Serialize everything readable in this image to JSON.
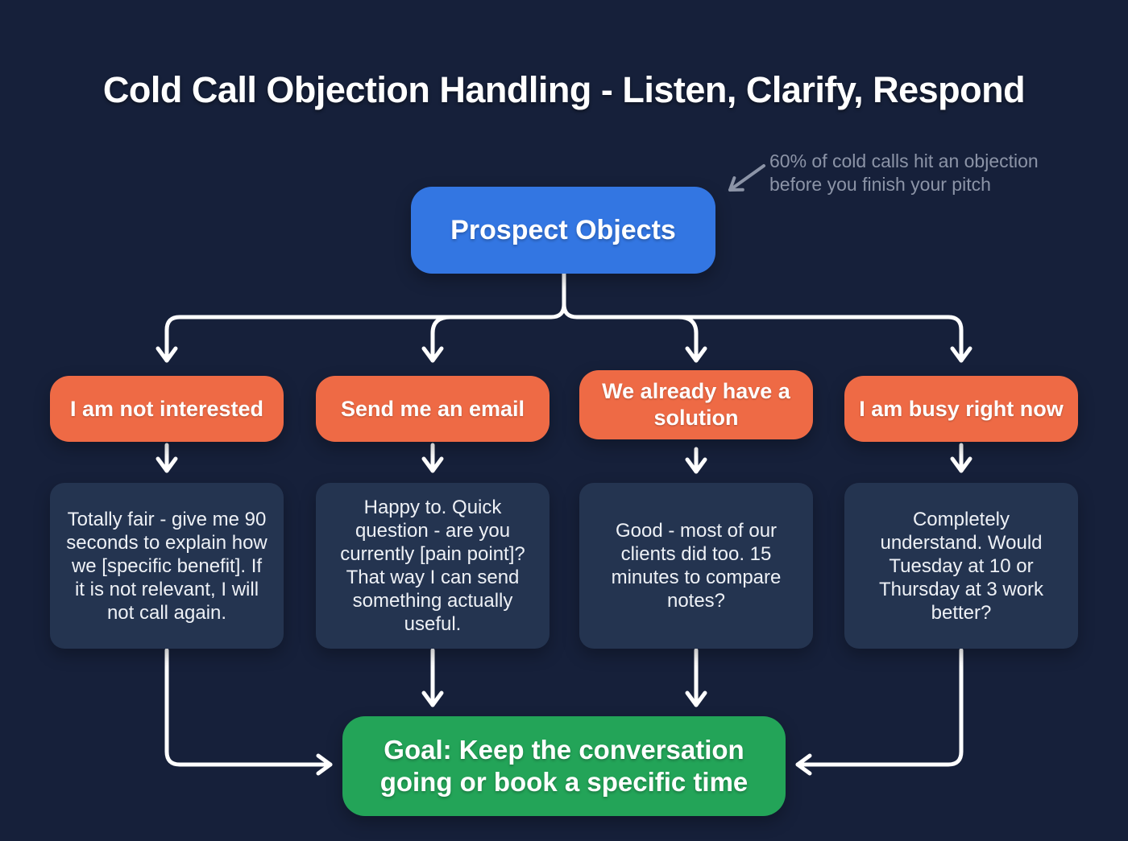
{
  "title": "Cold Call Objection Handling - Listen, Clarify, Respond",
  "annotation": {
    "line1": "60% of cold calls hit an objection",
    "line2": "before you finish your pitch"
  },
  "root": {
    "label": "Prospect Objects"
  },
  "columns": [
    {
      "objection": "I am not interested",
      "response": "Totally fair - give me 90 seconds to explain how we [specific benefit]. If it is not relevant, I will not call again."
    },
    {
      "objection": "Send me an email",
      "response": "Happy to. Quick question - are you currently [pain point]? That way I can send something actually useful."
    },
    {
      "objection": "We already have a solution",
      "response": "Good - most of our clients did too. 15 minutes to compare notes?"
    },
    {
      "objection": "I am busy right now",
      "response": "Completely understand. Would Tuesday at 10 or Thursday at 3 work better?"
    }
  ],
  "goal": {
    "label": "Goal: Keep the conversation going or book a specific time"
  },
  "colors": {
    "background": "#16203a",
    "root_box": "#3376e2",
    "objection_box": "#ee6a45",
    "response_box": "#243450",
    "goal_box": "#23a458",
    "arrow": "#ffffff",
    "annotation_text": "#8c94a7",
    "text": "#ffffff"
  }
}
